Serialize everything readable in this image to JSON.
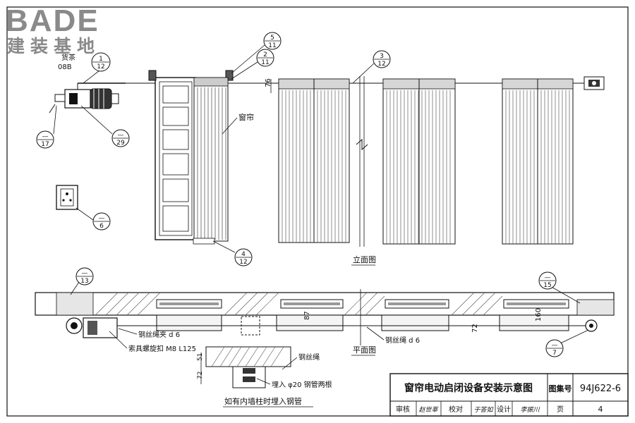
{
  "logo": {
    "text": "BADE",
    "subtext": "建装基地"
  },
  "elevation": {
    "callouts": {
      "c_1_12": {
        "top": "1",
        "bottom": "12"
      },
      "c_5_11": {
        "top": "5",
        "bottom": "11"
      },
      "c_2_11": {
        "top": "2",
        "bottom": "11"
      },
      "c_3_12": {
        "top": "3",
        "bottom": "12"
      },
      "c_17": {
        "top": "—",
        "bottom": "17"
      },
      "c_29": {
        "top": "—",
        "bottom": "29"
      },
      "c_6": {
        "top": "—",
        "bottom": "6"
      },
      "c_4_12": {
        "top": "4",
        "bottom": "12"
      }
    },
    "motor_label_top": "货茶",
    "motor_label_code": "08B",
    "curtain_label": "窗帘",
    "dim_76": "76",
    "view_title": "立面图"
  },
  "plan": {
    "callouts": {
      "c_13": {
        "top": "—",
        "bottom": "13"
      },
      "c_15": {
        "top": "—",
        "bottom": "15"
      },
      "c_7": {
        "top": "—",
        "bottom": "7"
      }
    },
    "dim_87": "87",
    "dim_72a": "72",
    "dim_160": "160",
    "label_clip": "钢丝绳夹 d 6",
    "label_turnbuckle": "索具螺旋扣 M8 L125",
    "label_rope": "钢丝绳 d 6",
    "view_title": "平面图"
  },
  "detail": {
    "label_rope": "钢丝绳",
    "label_pipe": "埋入 φ20 钢管两根",
    "dim_51": "51",
    "dim_72": "72",
    "caption": "如有内墙柱时埋入钢管"
  },
  "titleblock": {
    "title": "窗帘电动启闭设备安装示意图",
    "atlas_label": "图集号",
    "atlas_no": "94J622-6",
    "review_label": "审核",
    "review_sign": "赵世莘",
    "check_label": "校对",
    "check_sign": "于答如",
    "design_label": "设计",
    "design_sign": "李振川",
    "page_label": "页",
    "page_no": "4"
  }
}
